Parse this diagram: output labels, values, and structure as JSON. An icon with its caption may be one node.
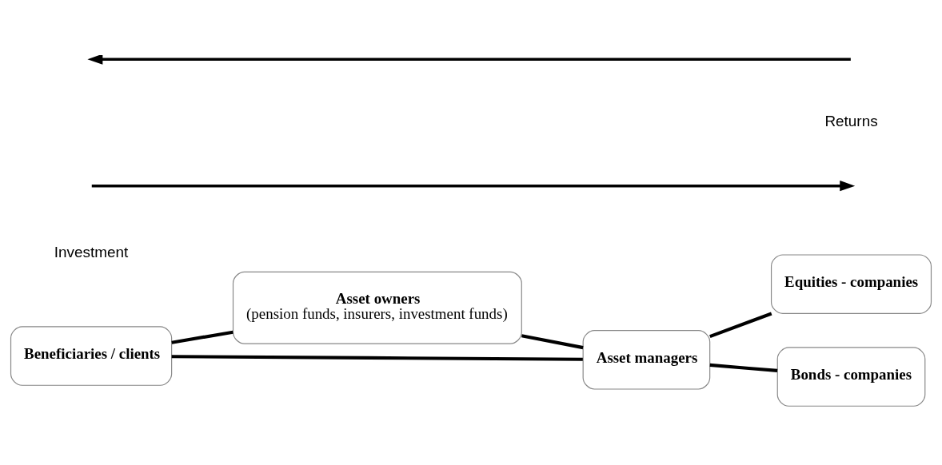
{
  "diagram": {
    "nodes": [
      {
        "text": [
          "Beneficiaries / clients"
        ]
      },
      {
        "text": [
          "Asset owners",
          "(pension funds, insurers, investment funds)"
        ]
      },
      {
        "text": [
          "Asset managers"
        ]
      },
      {
        "text": [
          "Equities - companies"
        ]
      },
      {
        "text": [
          "Bonds - companies"
        ]
      }
    ],
    "edges": [
      {
        "from": 0,
        "to": 1,
        "arrow": "none"
      },
      {
        "from": 0,
        "to": 2,
        "arrow": "none"
      },
      {
        "from": 1,
        "to": 2,
        "arrow": "none"
      },
      {
        "from": 2,
        "to": 3,
        "arrow": "none"
      },
      {
        "from": 2,
        "to": 4,
        "arrow": "none"
      }
    ],
    "labels": [
      "Investment",
      "Returns"
    ]
  }
}
